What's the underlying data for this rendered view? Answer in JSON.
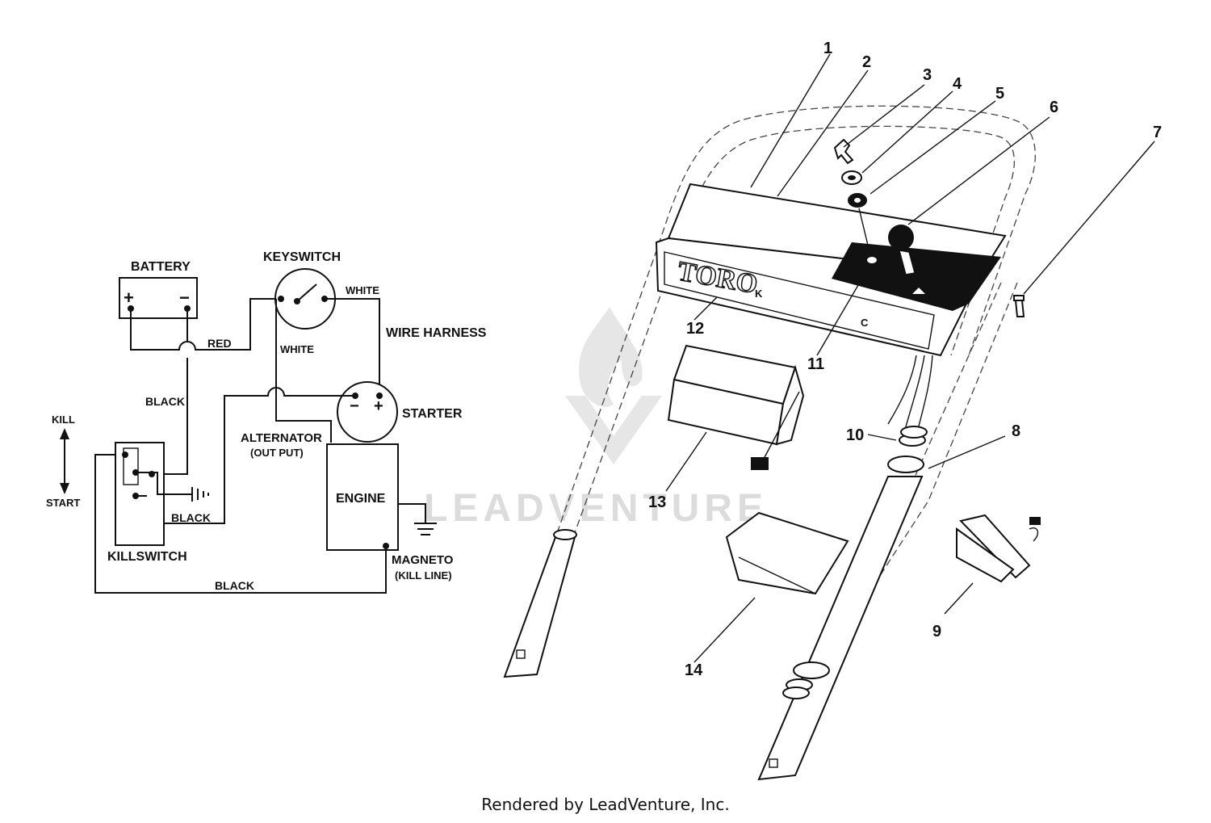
{
  "wiring": {
    "battery": "BATTERY",
    "battery_plus": "+",
    "battery_minus": "−",
    "keyswitch": "KEYSWITCH",
    "white_top": "WHITE",
    "white_mid": "WHITE",
    "wire_harness": "WIRE HARNESS",
    "red": "RED",
    "black_left": "BLACK",
    "kill": "KILL",
    "start": "START",
    "starter": "STARTER",
    "starter_minus": "−",
    "starter_plus": "+",
    "alternator": "ALTERNATOR",
    "alternator_sub": "(OUT PUT)",
    "engine": "ENGINE",
    "black_kill": "BLACK",
    "killswitch": "KILLSWITCH",
    "magneto": "MAGNETO",
    "magneto_sub": "(KILL LINE)",
    "black_bottom": "BLACK"
  },
  "parts": {
    "callouts": [
      "1",
      "2",
      "3",
      "4",
      "5",
      "6",
      "7",
      "8",
      "9",
      "10",
      "11",
      "12",
      "13",
      "14"
    ],
    "panel_logo": "TORO",
    "panel_k": "K",
    "panel_c": "C"
  },
  "watermark": "LEADVENTURE",
  "footer": "Rendered by LeadVenture, Inc."
}
